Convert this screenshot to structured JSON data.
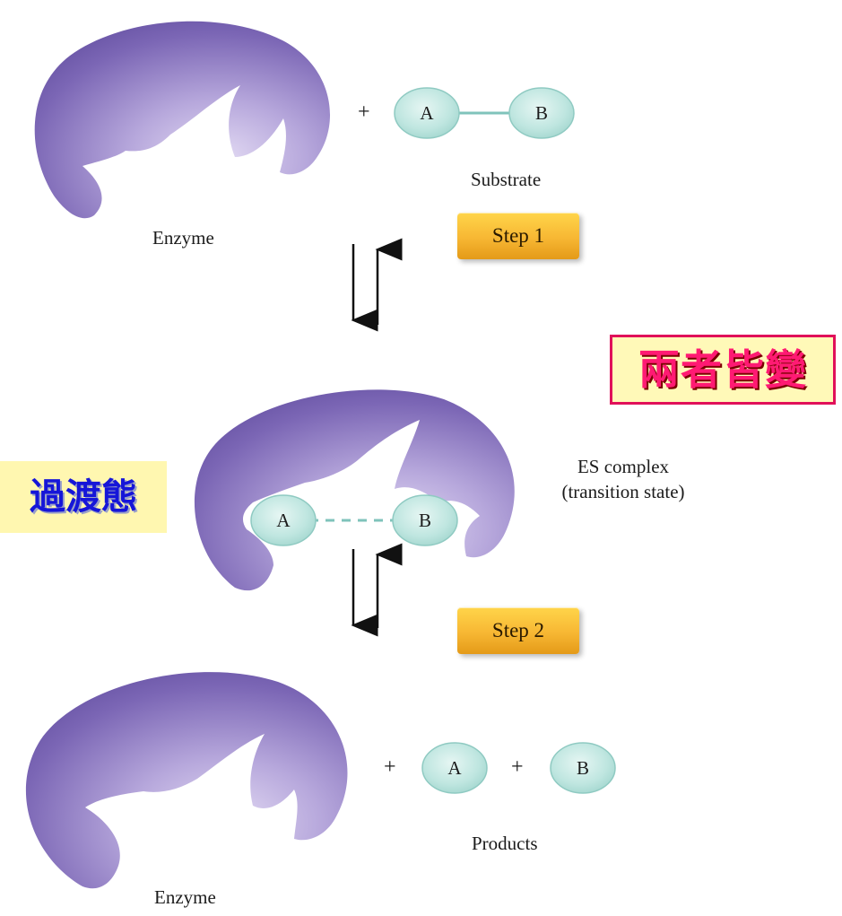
{
  "top": {
    "enzyme_label": "Enzyme",
    "plus": "+",
    "substrate_a": "A",
    "substrate_b": "B",
    "substrate_label": "Substrate"
  },
  "step1": {
    "label": "Step 1"
  },
  "annotation_red": {
    "text": "兩者皆變"
  },
  "middle": {
    "complex_label_line1": "ES complex",
    "complex_label_line2": "(transition state)",
    "a": "A",
    "b": "B"
  },
  "annotation_blue": {
    "text": "過渡態"
  },
  "step2": {
    "label": "Step 2"
  },
  "bottom": {
    "plus1": "+",
    "product_a": "A",
    "plus2": "+",
    "product_b": "B",
    "products_label": "Products",
    "enzyme_label": "Enzyme"
  },
  "colors": {
    "enzyme_dark": "#6b55a6",
    "enzyme_light": "#c9bde6",
    "molecule_fill": "#b8e3dd",
    "molecule_stroke": "#7fc3bb",
    "step_gold": "#f7b733",
    "annotation_red": "#ff1a73",
    "annotation_blue": "#1616d8",
    "annotation_bg": "#fff7b0"
  }
}
